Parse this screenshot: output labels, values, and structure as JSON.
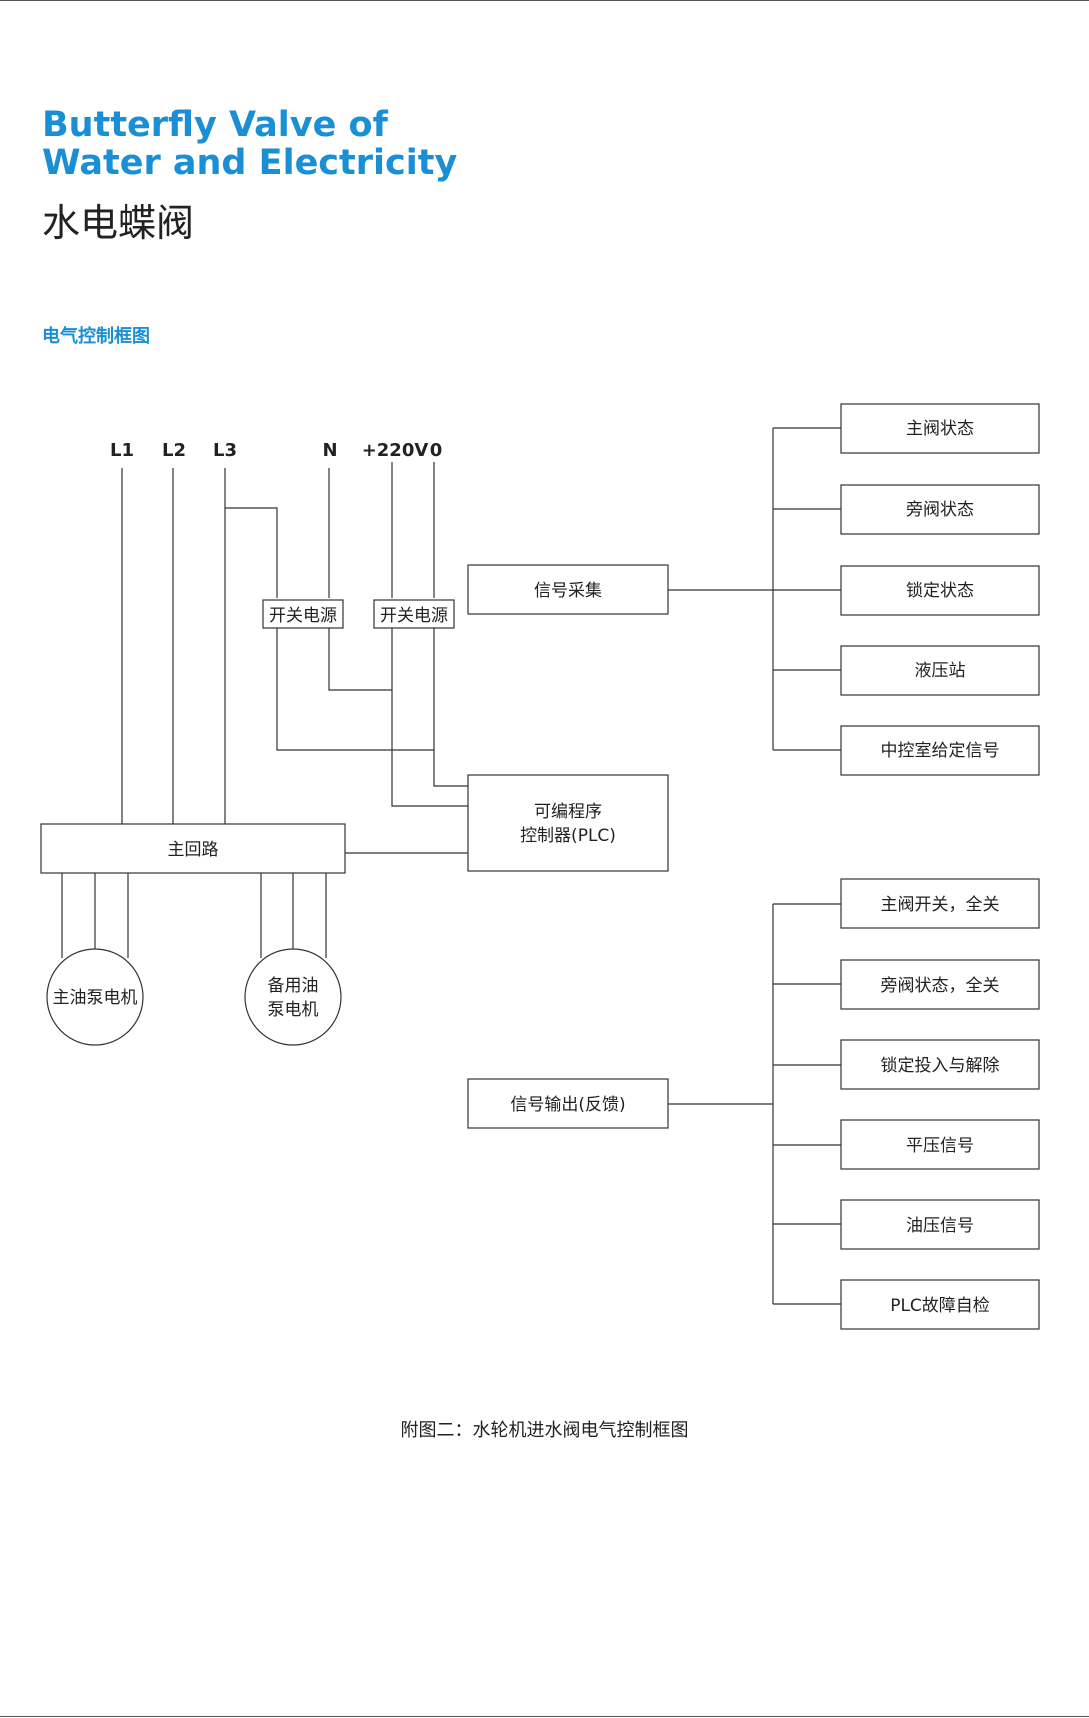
{
  "header": {
    "title_en_line1": "Butterfly Valve of",
    "title_en_line2": "Water and Electricity",
    "title_zh": "水电蝶阀",
    "section_label": "电气控制框图"
  },
  "diagram": {
    "terminals": {
      "l1": "L1",
      "l2": "L2",
      "l3": "L3",
      "n": "N",
      "v220": "+220V",
      "zero": "0"
    },
    "switch_power_1": "开关电源",
    "switch_power_2": "开关电源",
    "signal_acquisition": "信号采集",
    "plc_line1": "可编程序",
    "plc_line2": "控制器(PLC)",
    "main_circuit": "主回路",
    "main_pump_motor": "主油泵电机",
    "backup_pump_line1": "备用油",
    "backup_pump_line2": "泵电机",
    "signal_output": "信号输出(反馈)",
    "inputs": [
      "主阀状态",
      "旁阀状态",
      "锁定状态",
      "液压站",
      "中控室给定信号"
    ],
    "outputs": [
      "主阀开关，全关",
      "旁阀状态，全关",
      "锁定投入与解除",
      "平压信号",
      "油压信号",
      "PLC故障自检"
    ]
  },
  "caption": "附图二：水轮机进水阀电气控制框图"
}
